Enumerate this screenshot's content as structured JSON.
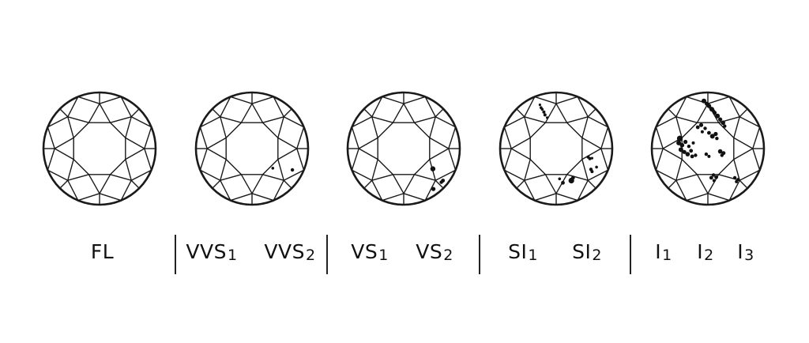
{
  "diagram": {
    "diamonds": [
      {
        "id": "fl-diamond",
        "inclusions": []
      },
      {
        "id": "vvs-diamond",
        "inclusions": [
          [
            0.72,
            0.38,
            2.2
          ],
          [
            0.37,
            0.35,
            1.8
          ]
        ]
      },
      {
        "id": "vs-diamond",
        "inclusions": [
          [
            0.52,
            0.36,
            3.2
          ],
          [
            0.7,
            0.57,
            2.4
          ],
          [
            0.67,
            0.6,
            2.2
          ],
          [
            0.53,
            0.72,
            2.6
          ]
        ]
      },
      {
        "id": "si-diamond",
        "inclusions": [
          [
            0.6,
            0.18,
            2
          ],
          [
            0.57,
            0.15,
            2
          ],
          [
            0.64,
            0.17,
            1.6
          ],
          [
            0.27,
            0.57,
            3.6
          ],
          [
            0.3,
            0.52,
            2.4
          ],
          [
            0.62,
            0.37,
            2.2
          ],
          [
            0.64,
            0.41,
            2
          ],
          [
            0.12,
            0.61,
            2.4
          ],
          [
            0.06,
            0.54,
            1.8
          ],
          [
            -0.16,
            -0.55,
            1.6
          ],
          [
            -0.2,
            -0.6,
            2
          ],
          [
            -0.22,
            -0.65,
            2
          ],
          [
            -0.25,
            -0.7,
            1.8
          ],
          [
            -0.27,
            -0.73,
            1.8
          ],
          [
            -0.29,
            -0.78,
            1.6
          ],
          [
            0.72,
            0.33,
            1.8
          ]
        ]
      },
      {
        "id": "i-diamond",
        "inclusions": [
          [
            -0.07,
            -0.85,
            3
          ],
          [
            -0.02,
            -0.8,
            2.6
          ],
          [
            0.02,
            -0.76,
            2.8
          ],
          [
            0.07,
            -0.7,
            3
          ],
          [
            0.12,
            -0.64,
            2.6
          ],
          [
            0.17,
            -0.58,
            3
          ],
          [
            0.22,
            -0.52,
            2.6
          ],
          [
            0.27,
            -0.46,
            2.8
          ],
          [
            0.3,
            -0.4,
            2.2
          ],
          [
            0.05,
            -0.72,
            2
          ],
          [
            0.1,
            -0.67,
            2
          ],
          [
            -0.18,
            -0.38,
            2.4
          ],
          [
            -0.12,
            -0.42,
            2.6
          ],
          [
            -0.05,
            -0.36,
            2.2
          ],
          [
            -0.1,
            -0.3,
            2
          ],
          [
            0.02,
            -0.28,
            2.4
          ],
          [
            0.08,
            -0.22,
            3
          ],
          [
            0.14,
            -0.26,
            2.6
          ],
          [
            0.16,
            -0.18,
            2.2
          ],
          [
            -0.5,
            -0.18,
            3.6
          ],
          [
            -0.52,
            -0.1,
            3
          ],
          [
            -0.46,
            -0.06,
            2.8
          ],
          [
            -0.48,
            0.02,
            3
          ],
          [
            -0.42,
            0.06,
            2.6
          ],
          [
            -0.36,
            0.1,
            2.8
          ],
          [
            -0.3,
            0.04,
            2.4
          ],
          [
            -0.34,
            -0.04,
            2.2
          ],
          [
            -0.4,
            -0.12,
            2.6
          ],
          [
            -0.28,
            0.14,
            2.4
          ],
          [
            -0.22,
            0.12,
            2.2
          ],
          [
            -0.26,
            -0.1,
            2
          ],
          [
            0.22,
            0.05,
            2.8
          ],
          [
            0.28,
            0.08,
            2.4
          ],
          [
            0.25,
            0.12,
            2.2
          ],
          [
            -0.03,
            0.1,
            2.2
          ],
          [
            0.02,
            0.14,
            2
          ],
          [
            0.06,
            0.52,
            2.4
          ],
          [
            0.1,
            0.47,
            2.2
          ],
          [
            0.15,
            0.51,
            2.4
          ],
          [
            0.11,
            0.57,
            2
          ],
          [
            0.48,
            0.52,
            2.2
          ],
          [
            0.54,
            0.55,
            2
          ],
          [
            0.51,
            0.59,
            2
          ]
        ]
      }
    ]
  },
  "grades": [
    {
      "id": "fl",
      "main": "FL",
      "sub": ""
    },
    {
      "id": "vvs1",
      "main": "VVS",
      "sub": "1"
    },
    {
      "id": "vvs2",
      "main": "VVS",
      "sub": "2"
    },
    {
      "id": "vs1",
      "main": "VS",
      "sub": "1"
    },
    {
      "id": "vs2",
      "main": "VS",
      "sub": "2"
    },
    {
      "id": "si1",
      "main": "SI",
      "sub": "1"
    },
    {
      "id": "si2",
      "main": "SI",
      "sub": "2"
    },
    {
      "id": "i1",
      "main": "I",
      "sub": "1"
    },
    {
      "id": "i2",
      "main": "I",
      "sub": "2"
    },
    {
      "id": "i3",
      "main": "I",
      "sub": "3"
    }
  ]
}
